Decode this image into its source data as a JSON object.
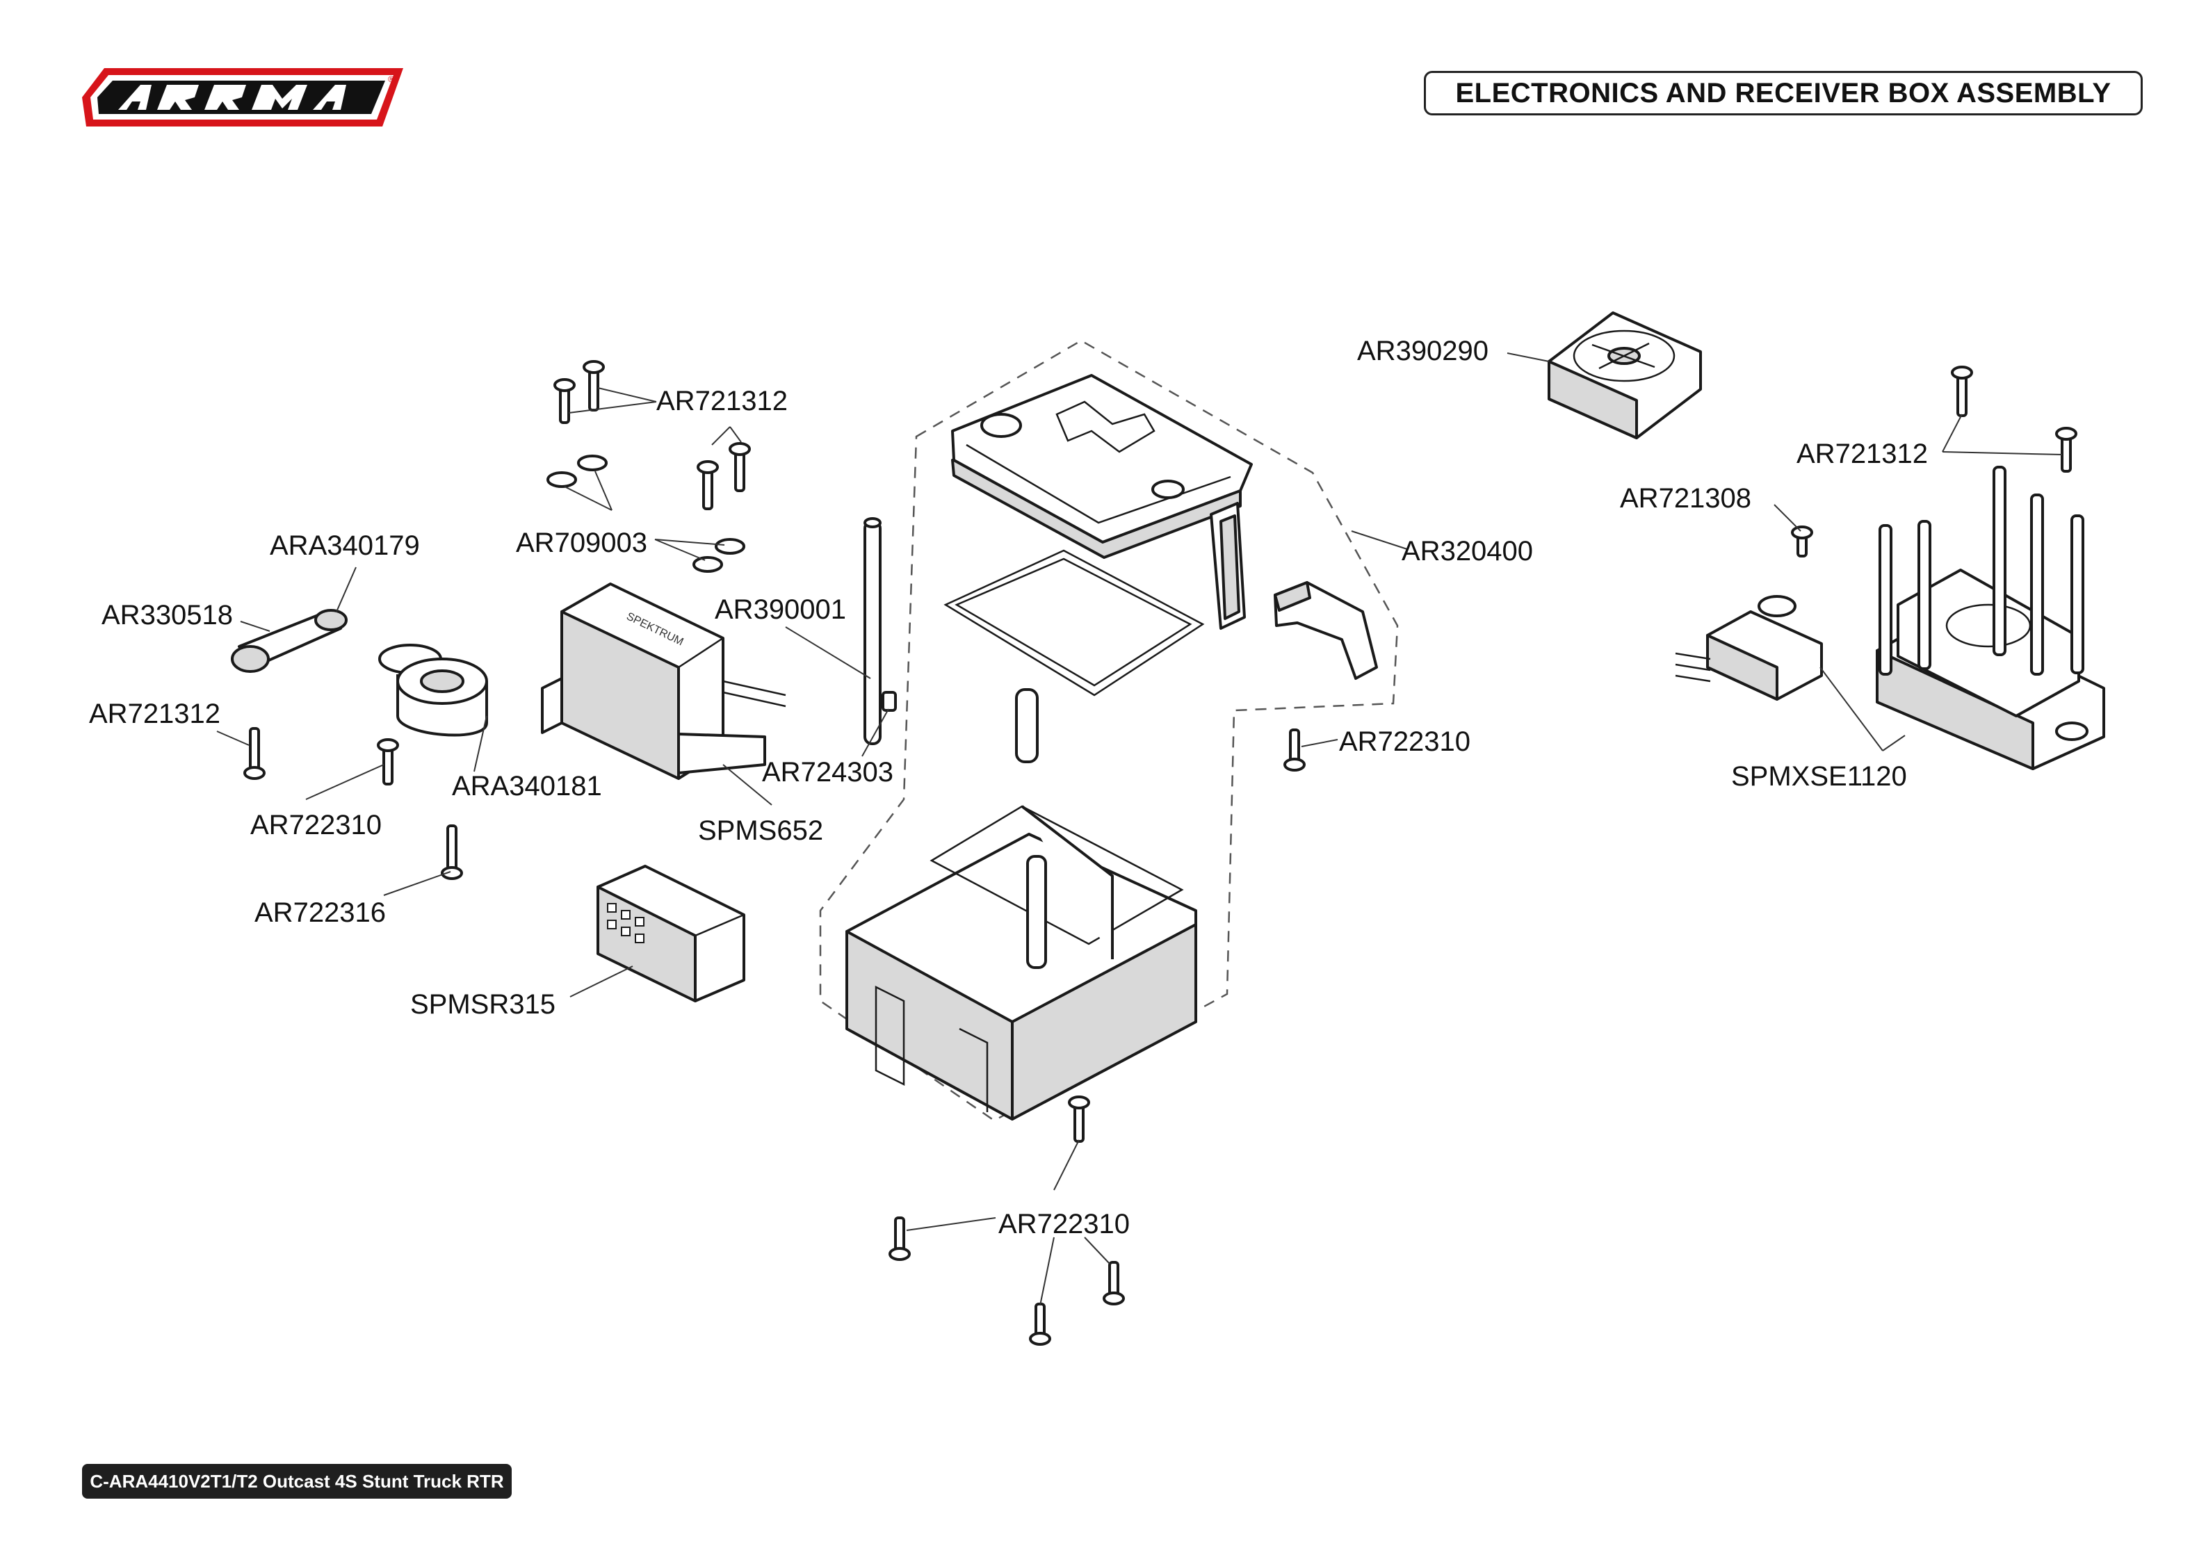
{
  "header": {
    "brand_logo": "ARRMA",
    "section_title": "ELECTRONICS AND RECEIVER BOX ASSEMBLY"
  },
  "footer": {
    "model_text": "C-ARA4410V2T1/T2 Outcast 4S Stunt Truck RTR"
  },
  "colors": {
    "logo_red": "#d7141a",
    "logo_black": "#111111",
    "ink": "#111111"
  },
  "parts": [
    {
      "id": "AR721312",
      "label": "AR721312"
    },
    {
      "id": "AR709003",
      "label": "AR709003"
    },
    {
      "id": "ARA340179",
      "label": "ARA340179"
    },
    {
      "id": "AR330518",
      "label": "AR330518"
    },
    {
      "id": "AR721312-b",
      "label": "AR721312"
    },
    {
      "id": "ARA340181",
      "label": "ARA340181"
    },
    {
      "id": "AR722310-a",
      "label": "AR722310"
    },
    {
      "id": "AR722316",
      "label": "AR722316"
    },
    {
      "id": "AR390001",
      "label": "AR390001"
    },
    {
      "id": "AR724303",
      "label": "AR724303"
    },
    {
      "id": "SPMS652",
      "label": "SPMS652"
    },
    {
      "id": "SPMSR315",
      "label": "SPMSR315"
    },
    {
      "id": "AR390290",
      "label": "AR390290"
    },
    {
      "id": "AR320400",
      "label": "AR320400"
    },
    {
      "id": "AR722310-b",
      "label": "AR722310"
    },
    {
      "id": "AR721312-c",
      "label": "AR721312"
    },
    {
      "id": "AR721308",
      "label": "AR721308"
    },
    {
      "id": "SPMXSE1120",
      "label": "SPMXSE1120"
    },
    {
      "id": "AR722310-c",
      "label": "AR722310"
    }
  ]
}
